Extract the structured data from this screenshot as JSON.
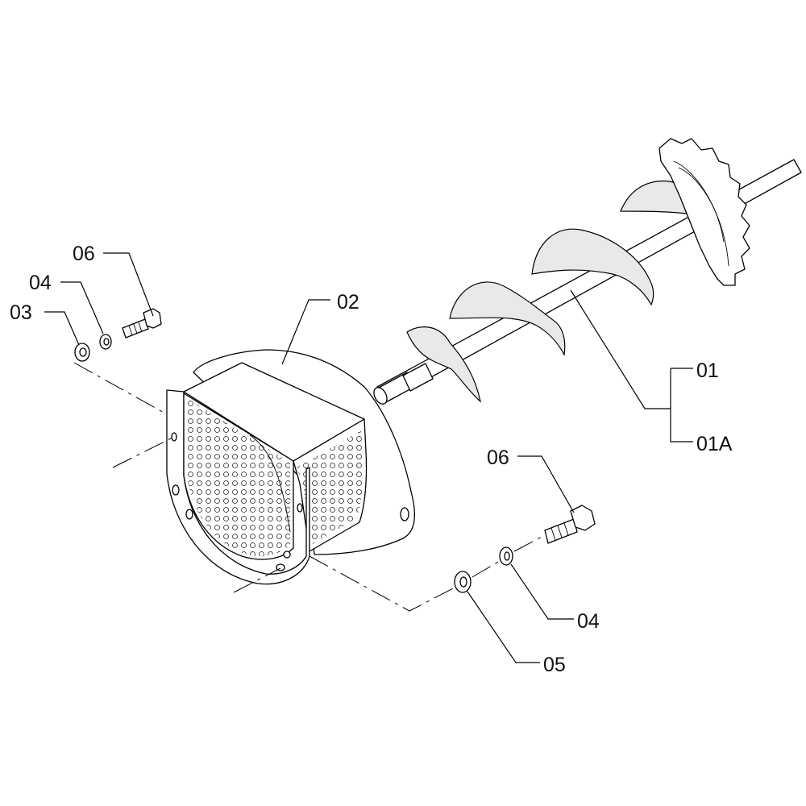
{
  "callouts": {
    "c01": "01",
    "c01a": "01A",
    "c02": "02",
    "c03": "03",
    "c04_left": "04",
    "c06_left": "06",
    "c06_right": "06",
    "c04_right": "04",
    "c05": "05"
  }
}
